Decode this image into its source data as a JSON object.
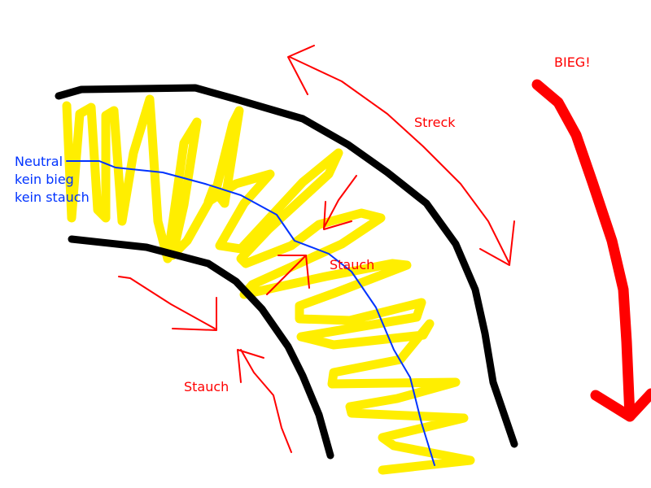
{
  "labels": {
    "neutral_line1": "Neutral",
    "neutral_line2": "kein bieg",
    "neutral_line3": "kein stauch",
    "streck": "Streck",
    "bieg": "BIEG!",
    "stauch_middle": "Stauch",
    "stauch_lower": "Stauch"
  },
  "colors": {
    "outline": "#000000",
    "spring": "#ffee00",
    "neutral_axis": "#0033ff",
    "annotation": "#ff0000"
  }
}
